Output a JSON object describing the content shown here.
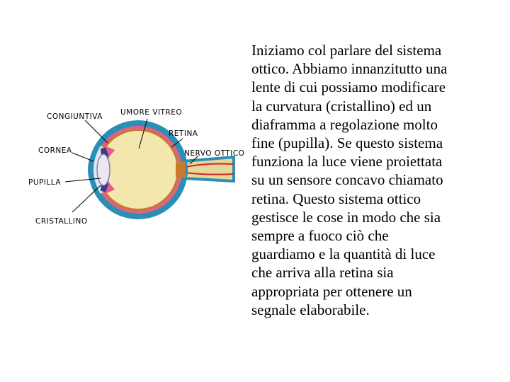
{
  "diagram": {
    "labels": {
      "congiuntiva": "CONGIUNTIVA",
      "umore_vitreo": "UMORE VITREO",
      "retina": "RETINA",
      "cornea": "CORNEA",
      "nervo_ottico": "NERVO OTTICO",
      "pupilla": "PUPILLA",
      "cristallino": "CRISTALLINO"
    },
    "colors": {
      "sclera": "#2b8fb5",
      "choroid": "#e0608a",
      "retina": "#c77a2e",
      "vitreous": "#f4e7ad",
      "lens": "#ece8f2",
      "nerve": "#e8d69b",
      "vessel": "#c62828"
    }
  },
  "text": "Iniziamo col parlare del sistema\nottico. Abbiamo innanzitutto una\nlente di cui possiamo modificare\nla curvatura (cristallino) ed un\ndiaframma a regolazione molto\nfine (pupilla). Se questo sistema\nfunziona la luce viene proiettata\nsu un sensore concavo chiamato\nretina. Questo sistema ottico\ngestisce le cose in modo che sia\nsempre a fuoco ciò che\nguardiamo e la quantità di luce\nche arriva alla retina sia\nappropriata per ottenere un\nsegnale elaborabile."
}
